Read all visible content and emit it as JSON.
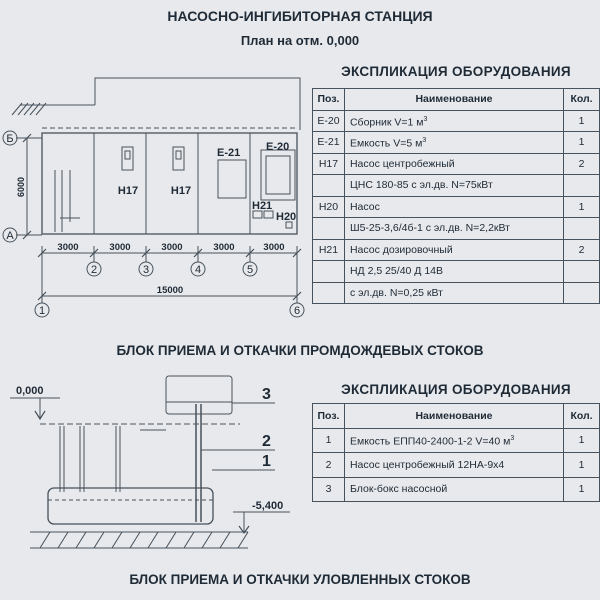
{
  "titles": {
    "station": "НАСОСНО-ИНГИБИТОРНАЯ СТАНЦИЯ",
    "plan": "План на отм. 0,000",
    "block_storm": "БЛОК ПРИЕМА И ОТКАЧКИ ПРОМДОЖДЕВЫХ СТОКОВ",
    "block_caught": "БЛОК ПРИЕМА И ОТКАЧКИ УЛОВЛЕННЫХ СТОКОВ"
  },
  "plan": {
    "axis_letters": [
      "Б",
      "А"
    ],
    "axis_numbers": [
      "1",
      "2",
      "3",
      "4",
      "5",
      "6"
    ],
    "span_height": "6000",
    "spans": [
      "3000",
      "3000",
      "3000",
      "3000",
      "3000"
    ],
    "total_length": "15000",
    "equipment_labels": {
      "e21": "Е-21",
      "e20": "Е-20",
      "h17a": "Н17",
      "h17b": "Н17",
      "h21": "Н21",
      "h20": "Н20"
    }
  },
  "table1": {
    "title": "ЭКСПЛИКАЦИЯ ОБОРУДОВАНИЯ",
    "headers": [
      "Поз.",
      "Наименование",
      "Кол."
    ],
    "rows": [
      {
        "pos": "Е-20",
        "name": "Сборник V=1 м",
        "sup": "3",
        "qty": "1"
      },
      {
        "pos": "Е-21",
        "name": "Емкость V=5 м",
        "sup": "3",
        "qty": "1"
      },
      {
        "pos": "Н17",
        "name": "Насос центробежный",
        "sup": "",
        "qty": "2"
      },
      {
        "pos": "",
        "name": "ЦНС 180-85 с эл.дв. N=75кВт",
        "sup": "",
        "qty": ""
      },
      {
        "pos": "Н20",
        "name": "Насос",
        "sup": "",
        "qty": "1"
      },
      {
        "pos": "",
        "name": "Ш5-25-3,6/4б-1 с эл.дв. N=2,2кВт",
        "sup": "",
        "qty": ""
      },
      {
        "pos": "Н21",
        "name": "Насос дозировочный",
        "sup": "",
        "qty": "2"
      },
      {
        "pos": "",
        "name": "НД 2,5 25/40 Д 14В",
        "sup": "",
        "qty": ""
      },
      {
        "pos": "",
        "name": "с эл.дв. N=0,25 кВт",
        "sup": "",
        "qty": ""
      }
    ]
  },
  "section": {
    "level_top": "0,000",
    "level_bottom": "-5,400",
    "callouts": [
      "3",
      "2",
      "1"
    ]
  },
  "table2": {
    "title": "ЭКСПЛИКАЦИЯ ОБОРУДОВАНИЯ",
    "headers": [
      "Поз.",
      "Наименование",
      "Кол."
    ],
    "rows": [
      {
        "pos": "1",
        "name": "Емкость ЕПП40-2400-1-2 V=40 м",
        "sup": "3",
        "qty": "1"
      },
      {
        "pos": "2",
        "name": "Насос центробежный 12НА-9х4",
        "sup": "",
        "qty": "1"
      },
      {
        "pos": "3",
        "name": "Блок-бокс насосной",
        "sup": "",
        "qty": "1"
      }
    ]
  },
  "colors": {
    "ink": "#1e2a36",
    "paper": "#e8e9ec",
    "line": "#47525d"
  }
}
